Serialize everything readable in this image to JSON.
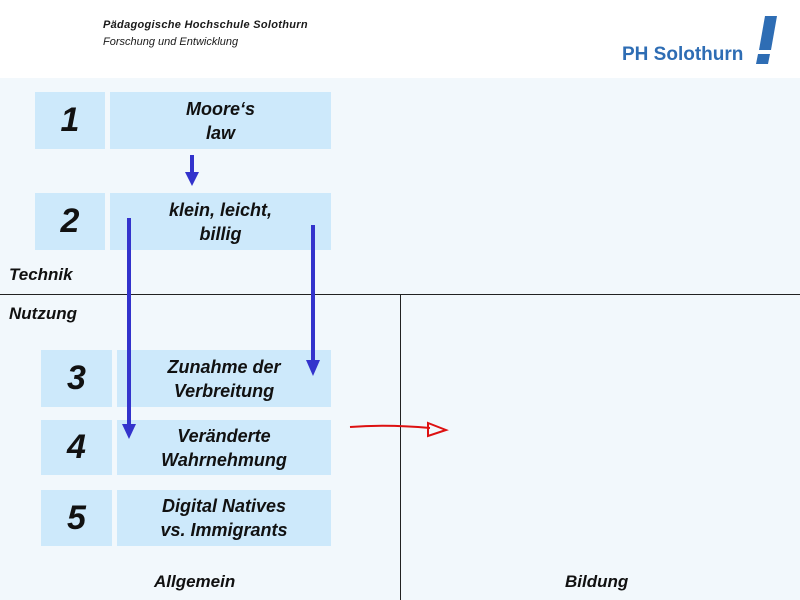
{
  "header": {
    "institution": "Pädagogische Hochschule Solothurn",
    "department": "Forschung und Entwicklung",
    "logo_text": "PH Solothurn"
  },
  "items": [
    {
      "number": "1",
      "text": "Moore‘s\nlaw"
    },
    {
      "number": "2",
      "text": "klein, leicht,\nbillig"
    },
    {
      "number": "3",
      "text": "Zunahme der\nVerbreitung"
    },
    {
      "number": "4",
      "text": "Veränderte\nWahrnehmung"
    },
    {
      "number": "5",
      "text": "Digital Natives\nvs. Immigrants"
    }
  ],
  "labels": {
    "technik": "Technik",
    "nutzung": "Nutzung",
    "allgemein": "Allgemein",
    "bildung": "Bildung"
  },
  "colors": {
    "box": "#cde9fb",
    "background": "#f2f8fc",
    "arrow_blue": "#3333cc",
    "arrow_red": "#dd1111",
    "logo": "#2e6db4"
  }
}
